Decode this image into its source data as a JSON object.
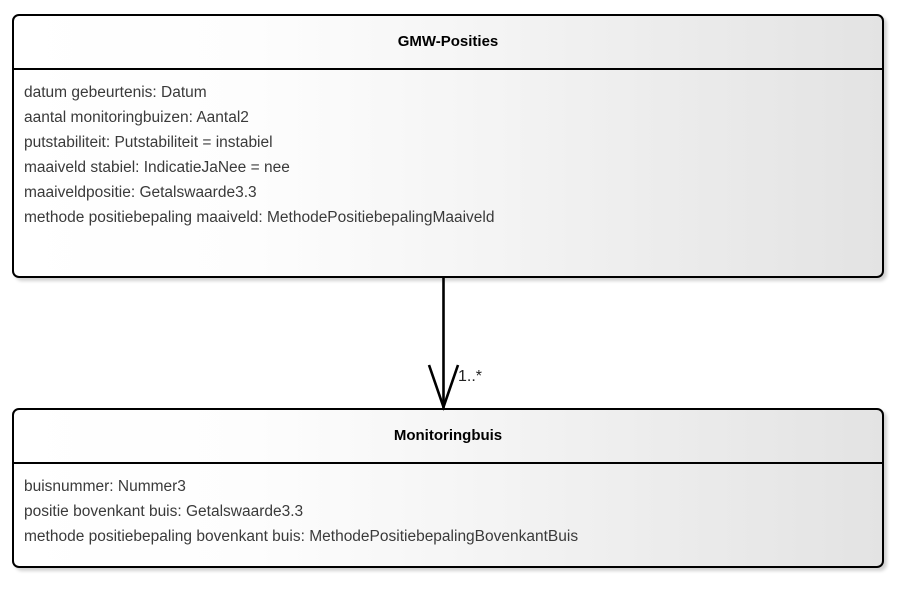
{
  "diagram": {
    "type": "uml-class-diagram",
    "background_color": "#ffffff",
    "classes": [
      {
        "name": "GMW-Posities",
        "attributes": [
          "datum gebeurtenis: Datum",
          "aantal monitoringbuizen: Aantal2",
          "putstabiliteit: Putstabiliteit = instabiel",
          "maaiveld stabiel: IndicatieJaNee = nee",
          "maaiveldpositie: Getalswaarde3.3",
          "methode positiebepaling maaiveld: MethodePositiebepalingMaaiveld"
        ]
      },
      {
        "name": "Monitoringbuis",
        "attributes": [
          "buisnummer: Nummer3",
          "positie bovenkant buis: Getalswaarde3.3",
          "methode positiebepaling bovenkant buis: MethodePositiebepalingBovenkantBuis"
        ]
      }
    ],
    "relationship": {
      "kind": "association",
      "arrowhead": "open-arrow",
      "direction": "down",
      "source": "GMW-Posities",
      "target": "Monitoringbuis",
      "multiplicity": "1..*",
      "line_color": "#000000"
    },
    "colors": {
      "border": "#000000",
      "fill_start": "#ffffff",
      "fill_end": "#e3e3e3",
      "text": "#3a3a3a",
      "title_text": "#000000",
      "shadow": "#c8c8c8"
    }
  }
}
